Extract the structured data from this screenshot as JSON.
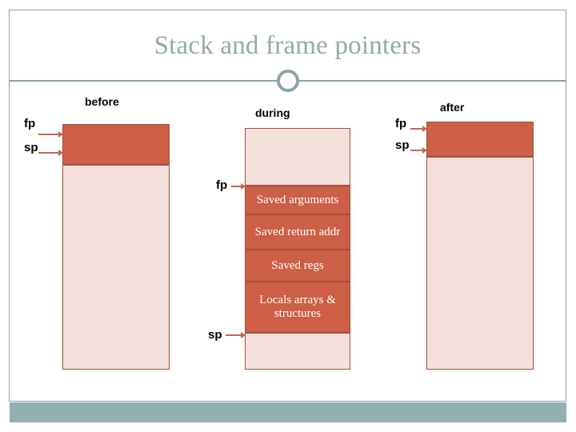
{
  "slide": {
    "title": "Stack and frame pointers",
    "accent_color": "#93a9ab",
    "footer_color": "#93b0b0",
    "block_fill_color": "#cc5f45",
    "block_empty_color": "#f4e1dc",
    "block_border_color": "#a4503c",
    "pointer_color": "#bf6a52"
  },
  "columns": [
    {
      "id": "before",
      "heading": "before",
      "pointers": [
        {
          "name": "fp",
          "label": "fp"
        },
        {
          "name": "sp",
          "label": "sp"
        }
      ],
      "blocks": [
        {
          "label": "",
          "state": "filled"
        },
        {
          "label": "",
          "state": "empty"
        }
      ]
    },
    {
      "id": "during",
      "heading": "during",
      "pointers": [
        {
          "name": "fp",
          "label": "fp"
        },
        {
          "name": "sp",
          "label": "sp"
        }
      ],
      "blocks": [
        {
          "label": "",
          "state": "empty"
        },
        {
          "label": "Saved arguments",
          "state": "filled"
        },
        {
          "label": "Saved return addr",
          "state": "filled"
        },
        {
          "label": "Saved regs",
          "state": "filled"
        },
        {
          "label": "Locals arrays & structures",
          "state": "filled"
        },
        {
          "label": "",
          "state": "empty"
        }
      ]
    },
    {
      "id": "after",
      "heading": "after",
      "pointers": [
        {
          "name": "fp",
          "label": "fp"
        },
        {
          "name": "sp",
          "label": "sp"
        }
      ],
      "blocks": [
        {
          "label": "",
          "state": "filled"
        },
        {
          "label": "",
          "state": "empty"
        }
      ]
    }
  ]
}
